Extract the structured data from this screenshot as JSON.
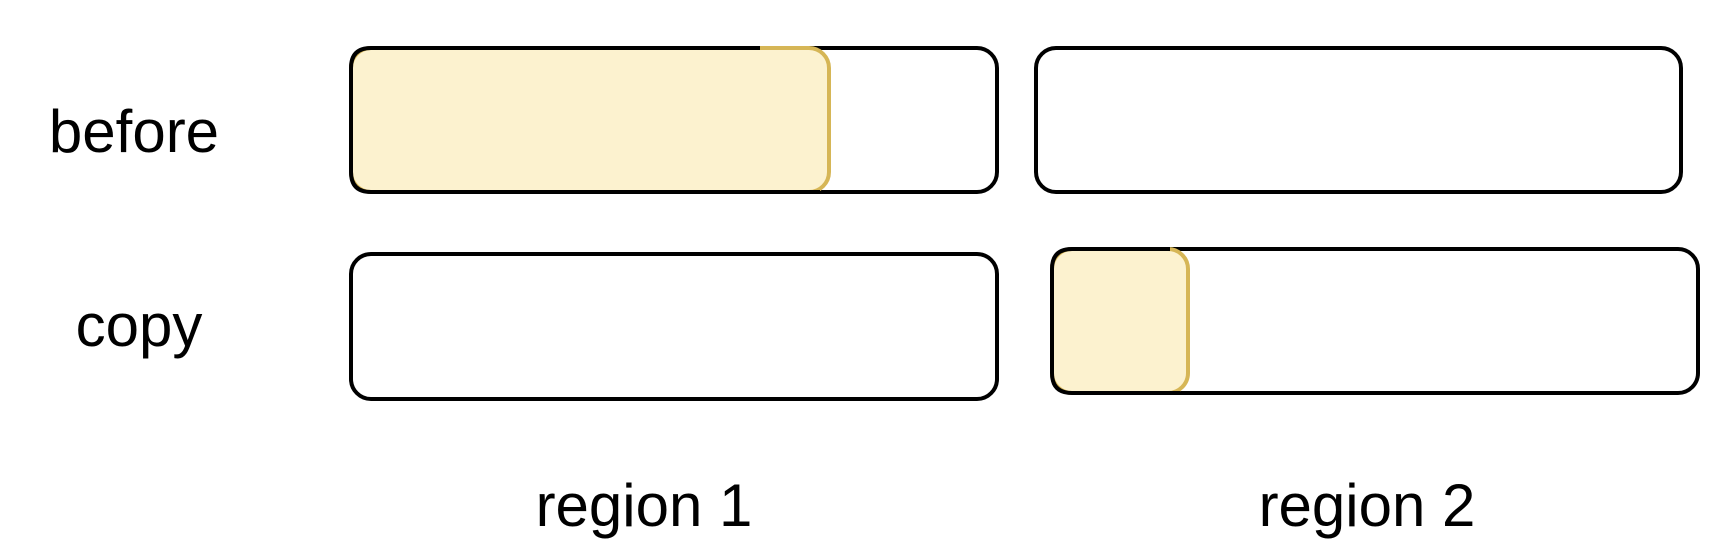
{
  "rows": [
    {
      "label": "before"
    },
    {
      "label": "copy"
    }
  ],
  "columns": [
    {
      "label": "region 1"
    },
    {
      "label": "region 2"
    }
  ],
  "filled_fraction": {
    "before_region_1": 0.74,
    "copy_region_2": 0.21
  },
  "colors": {
    "box_stroke": "#000000",
    "fill": "#fcf2cf",
    "fill_stroke": "#d6b656",
    "background": "#ffffff"
  }
}
